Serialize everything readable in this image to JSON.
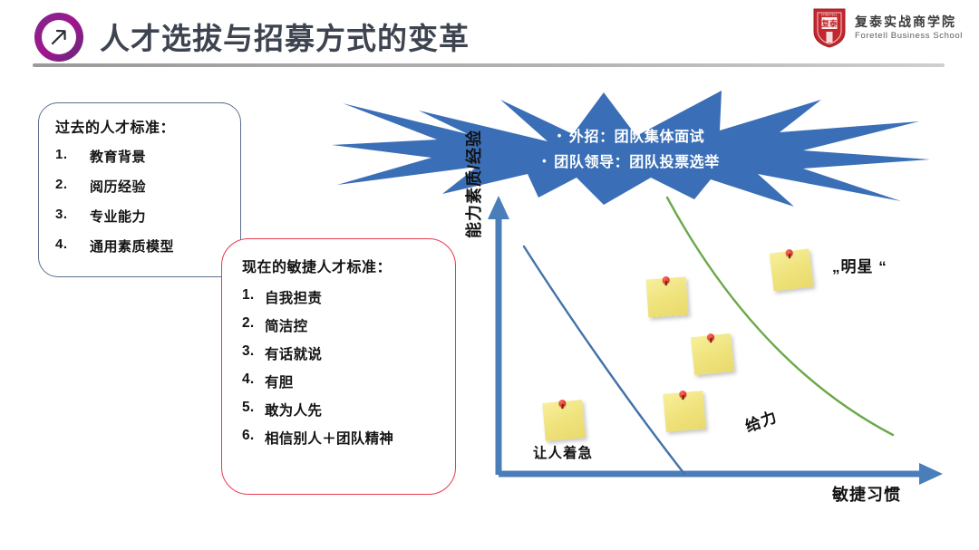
{
  "header": {
    "icon": "arrow-up-right-circle-icon",
    "title": "人才选拔与招募方式的变革",
    "brand": {
      "icon": "shield-crest-logo",
      "name_cn": "复泰实战商学院",
      "name_en": "Foretell Business School",
      "color": "#C1272D"
    }
  },
  "past_box": {
    "title": "过去的人才标准：",
    "border_color": "#5C6E8E",
    "items": [
      {
        "num": "1.",
        "text": "教育背景"
      },
      {
        "num": "2.",
        "text": "阅历经验"
      },
      {
        "num": "3.",
        "text": "专业能力"
      },
      {
        "num": "4.",
        "text": "通用素质模型"
      }
    ]
  },
  "now_box": {
    "title": "现在的敏捷人才标准：",
    "border_color": "#E83A4F",
    "items": [
      {
        "num": "1.",
        "text": "自我担责"
      },
      {
        "num": "2.",
        "text": "简洁控"
      },
      {
        "num": "3.",
        "text": "有话就说"
      },
      {
        "num": "4.",
        "text": "有胆"
      },
      {
        "num": "5.",
        "text": "敢为人先"
      },
      {
        "num": "6.",
        "text": "相信别人＋团队精神"
      }
    ]
  },
  "explosion": {
    "shape": "explosion-star",
    "fill_color": "#3A6FB7",
    "bullets": [
      "外招：团队集体面试",
      "团队领导：团队投票选举"
    ],
    "bullet_glyph": "•"
  },
  "chart_data": {
    "type": "scatter",
    "title": "",
    "xlabel": "敏捷习惯",
    "ylabel": "能力素质/经验",
    "grid": false,
    "legend": "none",
    "axis_color": "#4A7EBB",
    "annotations": [
      {
        "text": "让人着急",
        "x": 0.17,
        "y": 0.07
      },
      {
        "text": "给力",
        "x": 0.62,
        "y": 0.2
      },
      {
        "text": "„明星 “",
        "x": 0.84,
        "y": 0.76
      }
    ],
    "curves": [
      {
        "name": "下界曲线",
        "color": "#4472A8",
        "points": [
          [
            0.155,
            0.86
          ],
          [
            0.31,
            0.56
          ],
          [
            0.49,
            0.21
          ],
          [
            0.535,
            0.01
          ]
        ]
      },
      {
        "name": "上界曲线",
        "color": "#6CA84A",
        "points": [
          [
            0.455,
            0.99
          ],
          [
            0.62,
            0.7
          ],
          [
            0.78,
            0.4
          ],
          [
            0.92,
            0.18
          ]
        ]
      }
    ],
    "points": [
      {
        "name": "sticky-note-1",
        "x": 0.215,
        "y": 0.215
      },
      {
        "name": "sticky-note-2",
        "x": 0.435,
        "y": 0.625
      },
      {
        "name": "sticky-note-3",
        "x": 0.535,
        "y": 0.435
      },
      {
        "name": "sticky-note-4",
        "x": 0.465,
        "y": 0.235
      },
      {
        "name": "sticky-note-5",
        "x": 0.755,
        "y": 0.755
      }
    ]
  }
}
